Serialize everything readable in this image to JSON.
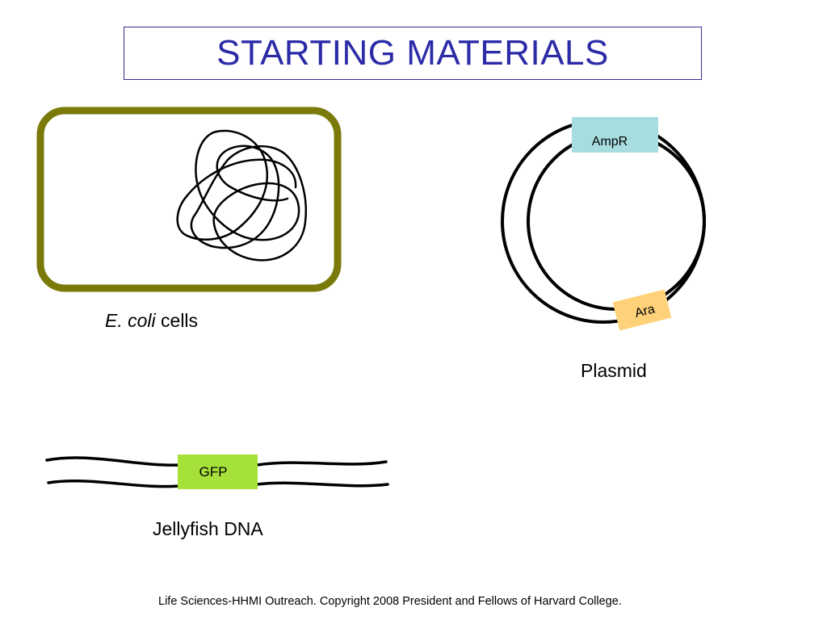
{
  "title": "STARTING MATERIALS",
  "ecoli": {
    "italic_text": "E. coli",
    "text": " cells",
    "cell_border_color": "#7a7a0a"
  },
  "plasmid": {
    "label": "Plasmid",
    "ampr_label": "AmpR",
    "ampr_color": "#a8dde0",
    "ara_label": "Ara",
    "ara_color": "#ffd27a"
  },
  "jellyfish": {
    "label": "Jellyfish DNA",
    "gfp_label": "GFP",
    "gfp_color": "#a6e13a"
  },
  "footer": "Life Sciences-HHMI Outreach. Copyright 2008 President and Fellows of Harvard College.",
  "colors": {
    "title": "#2b2ba8",
    "title_border": "#2e2e8c"
  }
}
